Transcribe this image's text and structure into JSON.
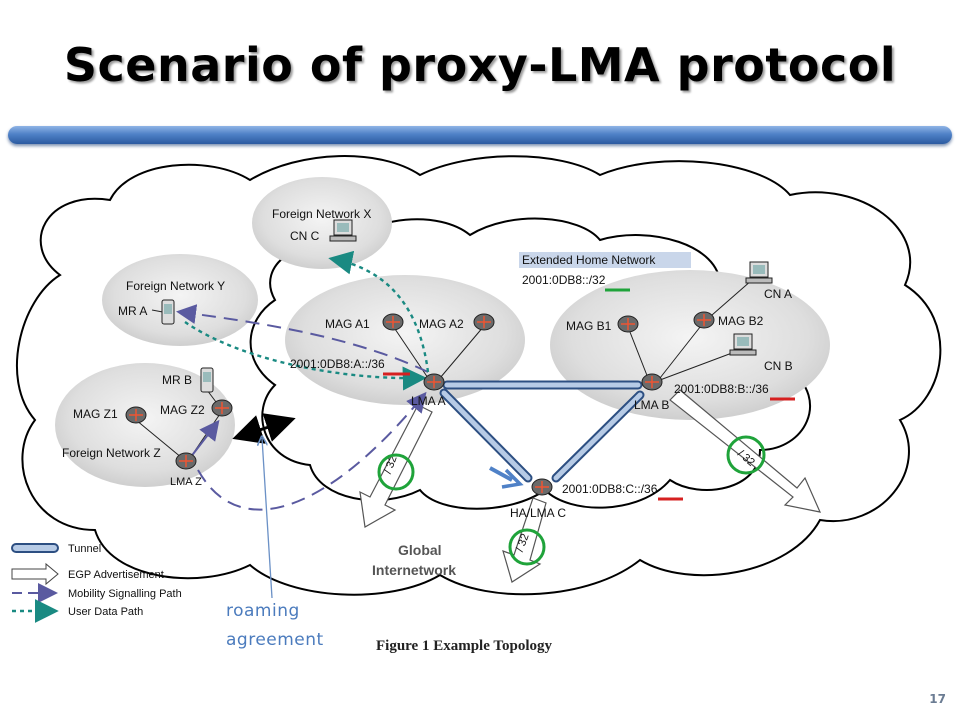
{
  "slide": {
    "title": "Scenario of proxy-LMA protocol",
    "page_number": "17",
    "annotation_line1": "roaming",
    "annotation_line2": "agreement"
  },
  "figure": {
    "caption": "Figure 1 Example Topology",
    "core_label_line1": "Global",
    "core_label_line2": "Internetwork",
    "extended_home_network": "Extended Home Network",
    "extended_prefix": "2001:0DB8::/32",
    "foreign_network_x": "Foreign Network X",
    "foreign_network_y": "Foreign Network Y",
    "foreign_network_z": "Foreign Network Z",
    "cn_c": "CN C",
    "cn_a": "CN A",
    "cn_b": "CN B",
    "mr_a": "MR A",
    "mr_b": "MR B",
    "mag_a1": "MAG A1",
    "mag_a2": "MAG A2",
    "mag_b1": "MAG B1",
    "mag_b2": "MAG B2",
    "mag_z1": "MAG Z1",
    "mag_z2": "MAG Z2",
    "lma_a": "LMA A",
    "lma_b": "LMA B",
    "lma_z": "LMA Z",
    "ha_lma_c": "HA/LMA C",
    "prefix_a": "2001:0DB8:A::/36",
    "prefix_b": "2001:0DB8:B::/36",
    "prefix_c": "2001:0DB8:C::/36",
    "egp_32_a": "/ 32",
    "egp_32_b": "/ 32",
    "egp_32_c": "/ 32"
  },
  "legend": {
    "tunnel": "Tunnel",
    "egp": "EGP Advertisement",
    "mobility": "Mobility Signalling Path",
    "user_data": "User Data Path"
  },
  "colors": {
    "tunnel_fill": "#b7cbe6",
    "tunnel_stroke": "#2d4f82",
    "mobility_path": "#5a5aa0",
    "user_data_path": "#1a8a82",
    "highlight_red": "#d62020",
    "highlight_green": "#1fa33a",
    "accent_blue": "#4f81c7"
  }
}
